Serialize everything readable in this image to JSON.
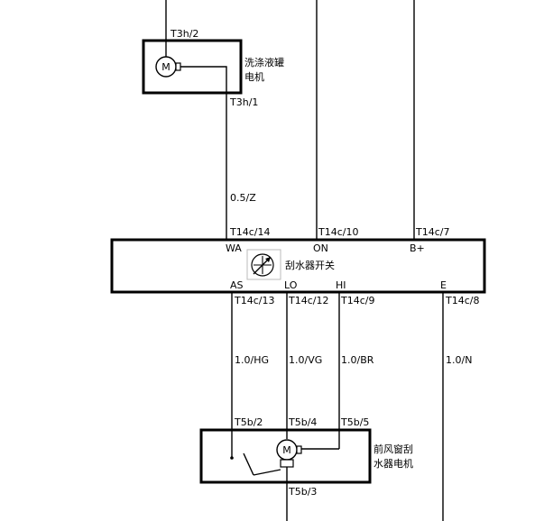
{
  "washer_pump": {
    "label_line1": "洗涤液罐",
    "label_line2": "电机",
    "pin_top": "T3h/2",
    "pin_bottom": "T3h/1",
    "motor_symbol": "M"
  },
  "wiper_switch": {
    "label": "刮水器开关",
    "terminals_top": [
      "WA",
      "ON",
      "B+"
    ],
    "terminals_bottom": [
      "AS",
      "LO",
      "HI",
      "E"
    ],
    "pins_top": [
      "T14c/14",
      "T14c/10",
      "T14c/7"
    ],
    "pins_bottom": [
      "T14c/13",
      "T14c/12",
      "T14c/9",
      "T14c/8"
    ]
  },
  "wipers": {
    "wire_top": "0.5/Z",
    "wires_bottom": [
      "1.0/HG",
      "1.0/VG",
      "1.0/BR",
      "1.0/N"
    ]
  },
  "wiper_motor": {
    "label_line1": "前风窗刮",
    "label_line2": "水器电机",
    "pins_top": [
      "T5b/2",
      "T5b/4",
      "T5b/5"
    ],
    "pin_bottom": "T5b/3",
    "motor_symbol": "M"
  }
}
